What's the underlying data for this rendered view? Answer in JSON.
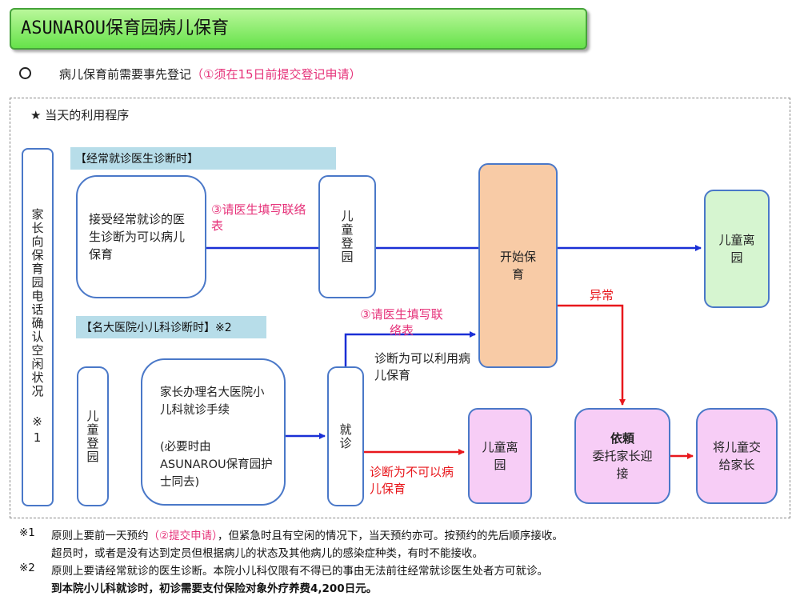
{
  "title": "ASUNAROU保育园病儿保育",
  "intro": {
    "main": "病儿保育前需要事先登记",
    "note": "（①须在15日前提交登记申请）"
  },
  "section_label": "★ 当天的利用程序",
  "left_box": "家长向保育园电话确认空闲状况 ※1",
  "band1": "【经常就诊医生诊断时】",
  "band2": "【名大医院小儿科诊断时】※2",
  "route1": {
    "diagnosis_box": "接受经常就诊的医生诊断为可以病儿保育",
    "step3": "③请医生填写联络表",
    "arrive": "儿童登园"
  },
  "route2": {
    "arrive": "儿童登园",
    "procedure": "家长办理名大医院小儿科就诊手续",
    "procedure_note": "(必要时由ASUNAROU保育园护士同去)",
    "visit": "就诊",
    "step3": "③请医生填写联络表",
    "ok": "诊断为可以利用病儿保育",
    "ng": "诊断为不可以病儿保育",
    "leave": "儿童离园"
  },
  "start_care": "开始保育",
  "leave_top": "儿童离园",
  "abnormal": "异常",
  "request": {
    "head": "依頼",
    "body": "委托家长迎接"
  },
  "handover": "将儿童交给家长",
  "notes": {
    "n1_mark": "※1",
    "n1_a": "原则上要前一天预约",
    "n1_b": "（②提交申请）",
    "n1_c": "，但紧急时且有空闲的情况下，当天预约亦可。按预约的先后顺序接收。",
    "n1_line2": "超员时，或者是没有达到定员但根据病儿的状态及其他病儿的感染症种类，有时不能接收。",
    "n2_mark": "※2",
    "n2_line1": "原则上要请经常就诊的医生诊断。本院小儿科仅限有不得已的事由无法前往经常就诊医生处者方可就诊。",
    "n2_line2": "到本院小儿科就诊时，初诊需要支付保险对象外疗养费4,200日元。"
  },
  "colors": {
    "title_green": "#66e24a",
    "box_border": "#4a78c8",
    "arrow_blue": "#1a2fd6",
    "arrow_red": "#e8171c",
    "peach": "#f8cba6",
    "mint": "#d6f5d0",
    "pink_box": "#f7cdf6",
    "band": "#b7dde9",
    "pink_text": "#e6337a"
  }
}
